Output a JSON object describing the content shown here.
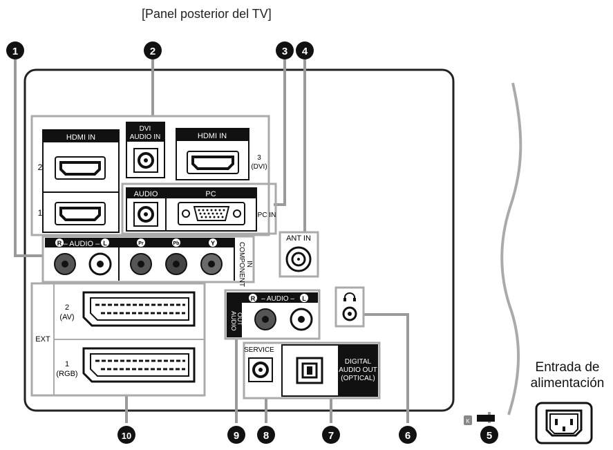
{
  "caption": "[Panel posterior del TV]",
  "callouts": [
    "1",
    "2",
    "3",
    "4",
    "5",
    "6",
    "7",
    "8",
    "9",
    "10"
  ],
  "hdmi_group": {
    "hdmi_in_label": "HDMI IN",
    "dvi_audio_label_1": "DVI",
    "dvi_audio_label_2": "AUDIO IN",
    "hdmi_in_label_2": "HDMI IN",
    "port_2": "2",
    "port_1": "1",
    "port_3": "3",
    "port_3_sub": "(DVI)"
  },
  "pc_group": {
    "audio_label": "AUDIO",
    "pc_label": "PC",
    "pc_in_label": "PC IN"
  },
  "component": {
    "audio_label": "– AUDIO –",
    "r": "R",
    "l": "L",
    "pr": "Pr",
    "pb": "Pb",
    "y": "Y",
    "side_label_1": "COMPONENT",
    "side_label_2": "IN"
  },
  "ant": {
    "label": "ANT IN"
  },
  "ext": {
    "label": "EXT",
    "port_2": "2",
    "port_2_sub": "(AV)",
    "port_1": "1",
    "port_1_sub": "(RGB)"
  },
  "audio_out": {
    "audio_label": "– AUDIO –",
    "r": "R",
    "l": "L",
    "side_label_1": "AUDIO",
    "side_label_2": "OUT"
  },
  "service": {
    "label": "SERVICE"
  },
  "digital_audio": {
    "line1": "DIGITAL",
    "line2": "AUDIO OUT",
    "line3": "(OPTICAL)"
  },
  "lock_label": "K",
  "power": {
    "line1": "Entrada de",
    "line2": "alimentación"
  },
  "colors": {
    "panel_border": "#222222",
    "group_border": "#aaaaaa",
    "label_bg": "#111111"
  }
}
